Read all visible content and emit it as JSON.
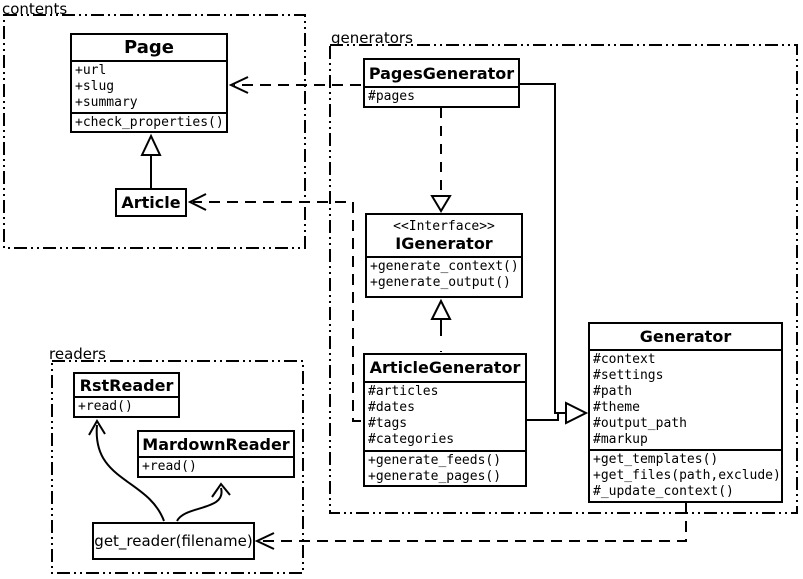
{
  "packages": {
    "contents": {
      "label": "contents"
    },
    "generators": {
      "label": "generators"
    },
    "readers": {
      "label": "readers"
    }
  },
  "classes": {
    "page": {
      "name": "Page",
      "attributes": [
        "+url",
        "+slug",
        "+summary"
      ],
      "methods": [
        "+check_properties()"
      ]
    },
    "article": {
      "name": "Article"
    },
    "pages_generator": {
      "name": "PagesGenerator",
      "attributes": [
        "#pages"
      ]
    },
    "igenerator": {
      "stereotype": "<<Interface>>",
      "name": "IGenerator",
      "methods": [
        "+generate_context()",
        "+generate_output()"
      ]
    },
    "article_generator": {
      "name": "ArticleGenerator",
      "attributes": [
        "#articles",
        "#dates",
        "#tags",
        "#categories"
      ],
      "methods": [
        "+generate_feeds()",
        "+generate_pages()"
      ]
    },
    "generator": {
      "name": "Generator",
      "attributes": [
        "#context",
        "#settings",
        "#path",
        "#theme",
        "#output_path",
        "#markup"
      ],
      "methods": [
        "+get_templates()",
        "+get_files(path,exclude)",
        "#_update_context()"
      ]
    },
    "rst_reader": {
      "name": "RstReader",
      "methods": [
        "+read()"
      ]
    },
    "mardown_reader": {
      "name": "MardownReader",
      "methods": [
        "+read()"
      ]
    },
    "get_reader_function": {
      "name": "get_reader(filename)"
    }
  },
  "relationships": [
    {
      "type": "inheritance",
      "from": "Article",
      "to": "Page"
    },
    {
      "type": "dependency",
      "from": "PagesGenerator",
      "to": "Page"
    },
    {
      "type": "dependency",
      "from": "ArticleGenerator",
      "to": "Article"
    },
    {
      "type": "realization",
      "from": "PagesGenerator",
      "to": "IGenerator"
    },
    {
      "type": "realization",
      "from": "ArticleGenerator",
      "to": "IGenerator"
    },
    {
      "type": "inheritance",
      "from": "PagesGenerator",
      "to": "Generator"
    },
    {
      "type": "inheritance",
      "from": "ArticleGenerator",
      "to": "Generator"
    },
    {
      "type": "dependency",
      "from": "Generator",
      "to": "get_reader(filename)"
    },
    {
      "type": "call",
      "from": "get_reader(filename)",
      "to": "RstReader"
    },
    {
      "type": "call",
      "from": "get_reader(filename)",
      "to": "MardownReader"
    }
  ],
  "colors": {
    "line": "#000000",
    "background": "#ffffff",
    "box_fill": "#ffffff"
  }
}
